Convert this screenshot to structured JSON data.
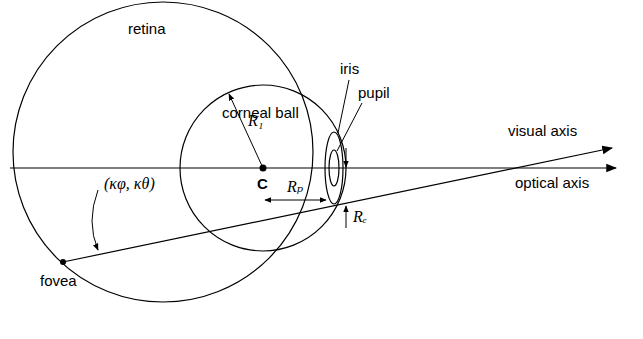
{
  "diagram": {
    "labels": [
      "retina",
      "corneal ball",
      "iris",
      "pupil",
      "visual axis",
      "optical axis",
      "(κφ, κθ)",
      "fovea",
      "C",
      "R₁",
      "Rₚ",
      "Rₑ"
    ]
  }
}
